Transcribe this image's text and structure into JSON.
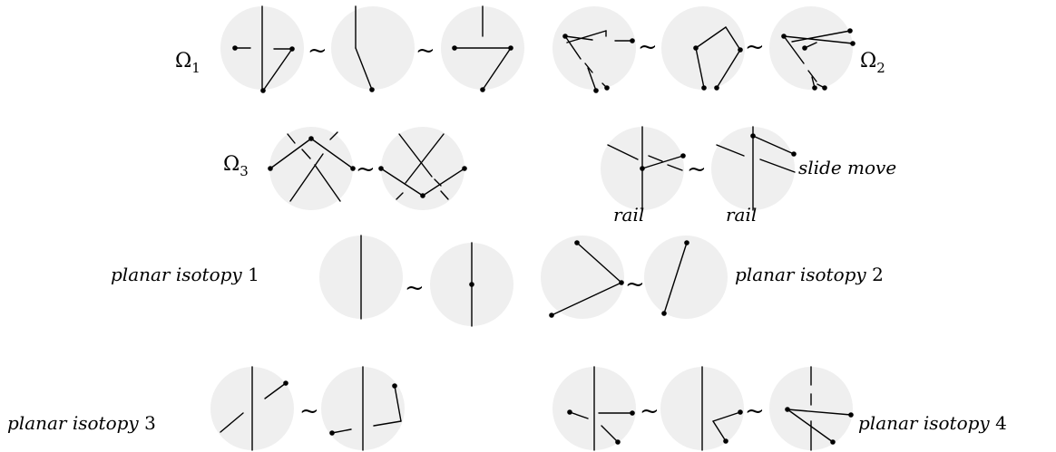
{
  "labels": {
    "omega": "Ω",
    "omega1_sub": "1",
    "omega2_sub": "2",
    "omega3_sub": "3",
    "tilde": "~",
    "slide_move": "slide move",
    "rail": "rail",
    "planar_isotopy": "planar isotopy",
    "pi1_num": "1",
    "pi2_num": "2",
    "pi3_num": "3",
    "pi4_num": "4"
  }
}
